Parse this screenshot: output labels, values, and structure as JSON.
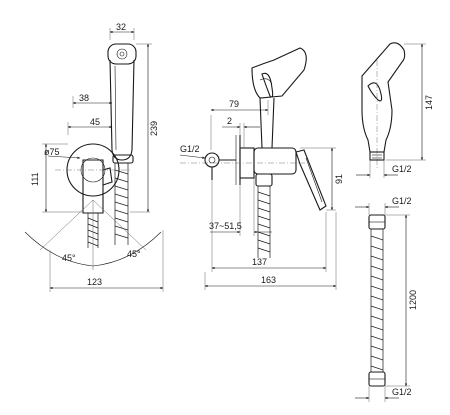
{
  "left_view": {
    "dim_top_width": "32",
    "dim_38": "38",
    "dim_45": "45",
    "dim_diameter": "ø75",
    "dim_239": "239",
    "dim_111": "111",
    "angle_left": "45°",
    "angle_right": "45°",
    "dim_123": "123"
  },
  "side_view": {
    "dim_79": "79",
    "dim_2": "2",
    "thread_label": "G1/2",
    "dim_37_51": "37~51,5",
    "dim_91": "91",
    "dim_137": "137",
    "dim_163": "163"
  },
  "head_view": {
    "dim_147": "147",
    "thread_label": "G1/2"
  },
  "hose_view": {
    "thread_top": "G1/2",
    "dim_1200": "1200",
    "thread_bottom": "G1/2"
  }
}
